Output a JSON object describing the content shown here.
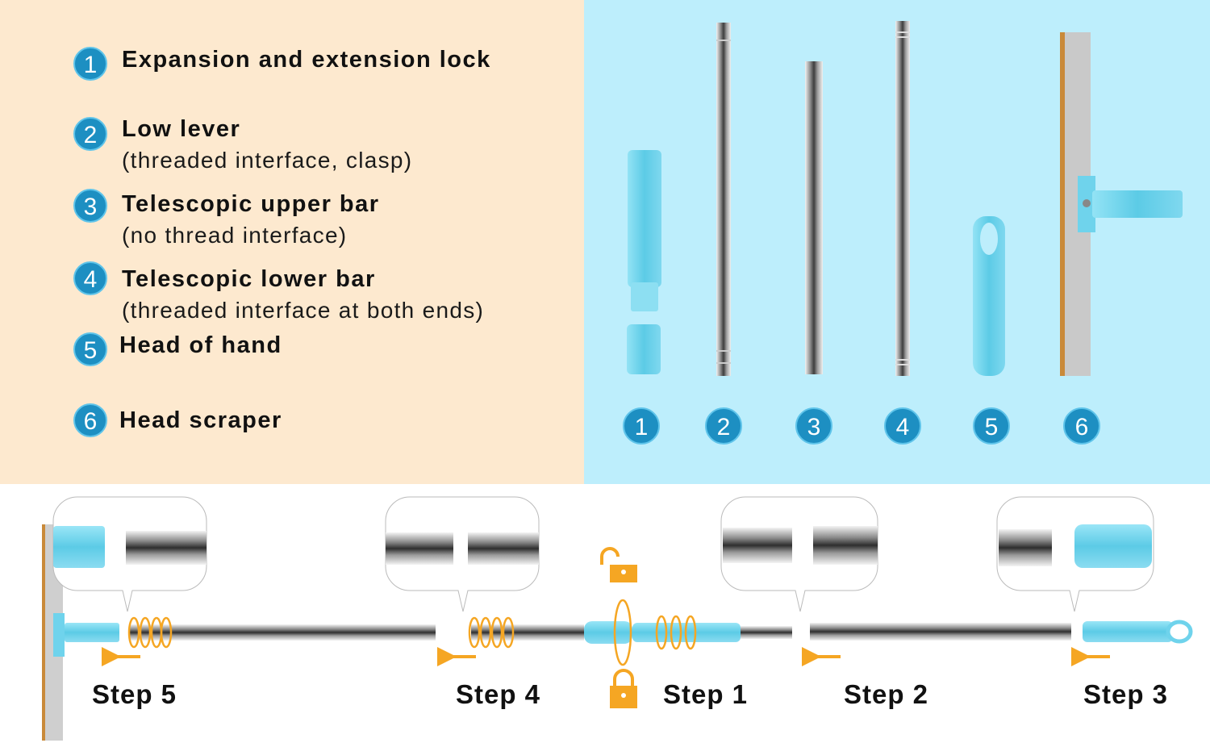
{
  "legend": {
    "items": [
      {
        "number": "1",
        "title": "Expansion and extension lock",
        "subtitle": ""
      },
      {
        "number": "2",
        "title": "Low lever",
        "subtitle": "(threaded interface, clasp)"
      },
      {
        "number": "3",
        "title": "Telescopic upper bar",
        "subtitle": "(no thread interface)"
      },
      {
        "number": "4",
        "title": "Telescopic lower bar",
        "subtitle": "(threaded interface at both ends)"
      },
      {
        "number": "5",
        "title": "Head of hand",
        "subtitle": ""
      },
      {
        "number": "6",
        "title": "Head scraper",
        "subtitle": ""
      }
    ]
  },
  "parts_panel": {
    "badges": [
      "1",
      "2",
      "3",
      "4",
      "5",
      "6"
    ],
    "parts": [
      "lock-part",
      "low-lever-rod",
      "upper-bar-rod",
      "lower-bar-rod",
      "hand-head",
      "scraper-head"
    ]
  },
  "assembly": {
    "steps": [
      {
        "label": "Step 5"
      },
      {
        "label": "Step 4"
      },
      {
        "label": "Step 1"
      },
      {
        "label": "Step 2"
      },
      {
        "label": "Step 3"
      }
    ],
    "icons": [
      "unlock-icon",
      "lock-icon",
      "rotate-arrows-icon",
      "left-arrow-icon"
    ]
  },
  "colors": {
    "left_background": "#fde9cf",
    "right_background": "#bdeefc",
    "badge": "#1d8fc2",
    "plastic_blue": "#6fd3ec",
    "accent_orange": "#f5a623",
    "steel": "#9a9a9a"
  }
}
